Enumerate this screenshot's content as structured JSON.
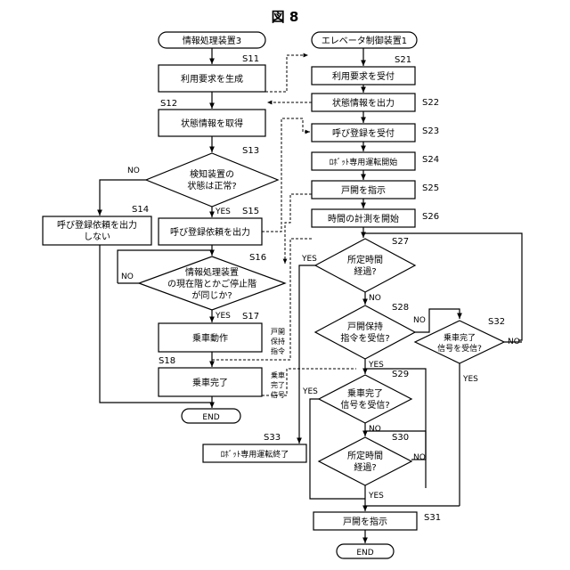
{
  "figure_title": "図 8",
  "lanes": {
    "left": "情報処理装置3",
    "right": "エレベータ制御装置1"
  },
  "left": {
    "s11": {
      "step": "S11",
      "text": "利用要求を生成"
    },
    "s12": {
      "step": "S12",
      "text": "状態情報を取得"
    },
    "s13": {
      "step": "S13",
      "line1": "検知装置の",
      "line2": "状態は正常?"
    },
    "s14": {
      "step": "S14",
      "line1": "呼び登録依頼を出力",
      "line2": "しない"
    },
    "s15": {
      "step": "S15",
      "text": "呼び登録依頼を出力"
    },
    "s16": {
      "step": "S16",
      "line1": "情報処理装置",
      "line2": "の現在階とかご停止階",
      "line3": "が同じか?"
    },
    "s17": {
      "step": "S17",
      "text": "乗車動作"
    },
    "s18": {
      "step": "S18",
      "text": "乗車完了"
    },
    "s33": {
      "step": "S33",
      "text": "ﾛﾎﾞｯﾄ専用運転終了"
    },
    "end": "END"
  },
  "right": {
    "s21": {
      "step": "S21",
      "text": "利用要求を受付"
    },
    "s22": {
      "step": "S22",
      "text": "状態情報を出力"
    },
    "s23": {
      "step": "S23",
      "text": "呼び登録を受付"
    },
    "s24": {
      "step": "S24",
      "text": "ﾛﾎﾞｯﾄ専用運転開始"
    },
    "s25": {
      "step": "S25",
      "text": "戸開を指示"
    },
    "s26": {
      "step": "S26",
      "text": "時間の計測を開始"
    },
    "s27": {
      "step": "S27",
      "line1": "所定時間",
      "line2": "経過?"
    },
    "s28": {
      "step": "S28",
      "line1": "戸開保持",
      "line2": "指令を受信?"
    },
    "s29": {
      "step": "S29",
      "line1": "乗車完了",
      "line2": "信号を受信?"
    },
    "s30": {
      "step": "S30",
      "line1": "所定時間",
      "line2": "経過?"
    },
    "s31": {
      "step": "S31",
      "text": "戸開を指示"
    },
    "s32": {
      "step": "S32",
      "line1": "乗車完了",
      "line2": "信号を受信?"
    },
    "end": "END"
  },
  "signals": {
    "door_hold": [
      "戸開",
      "保持",
      "指令"
    ],
    "boarding_done": [
      "乗車",
      "完了",
      "信号"
    ]
  },
  "labels": {
    "yes": "YES",
    "no": "NO"
  }
}
